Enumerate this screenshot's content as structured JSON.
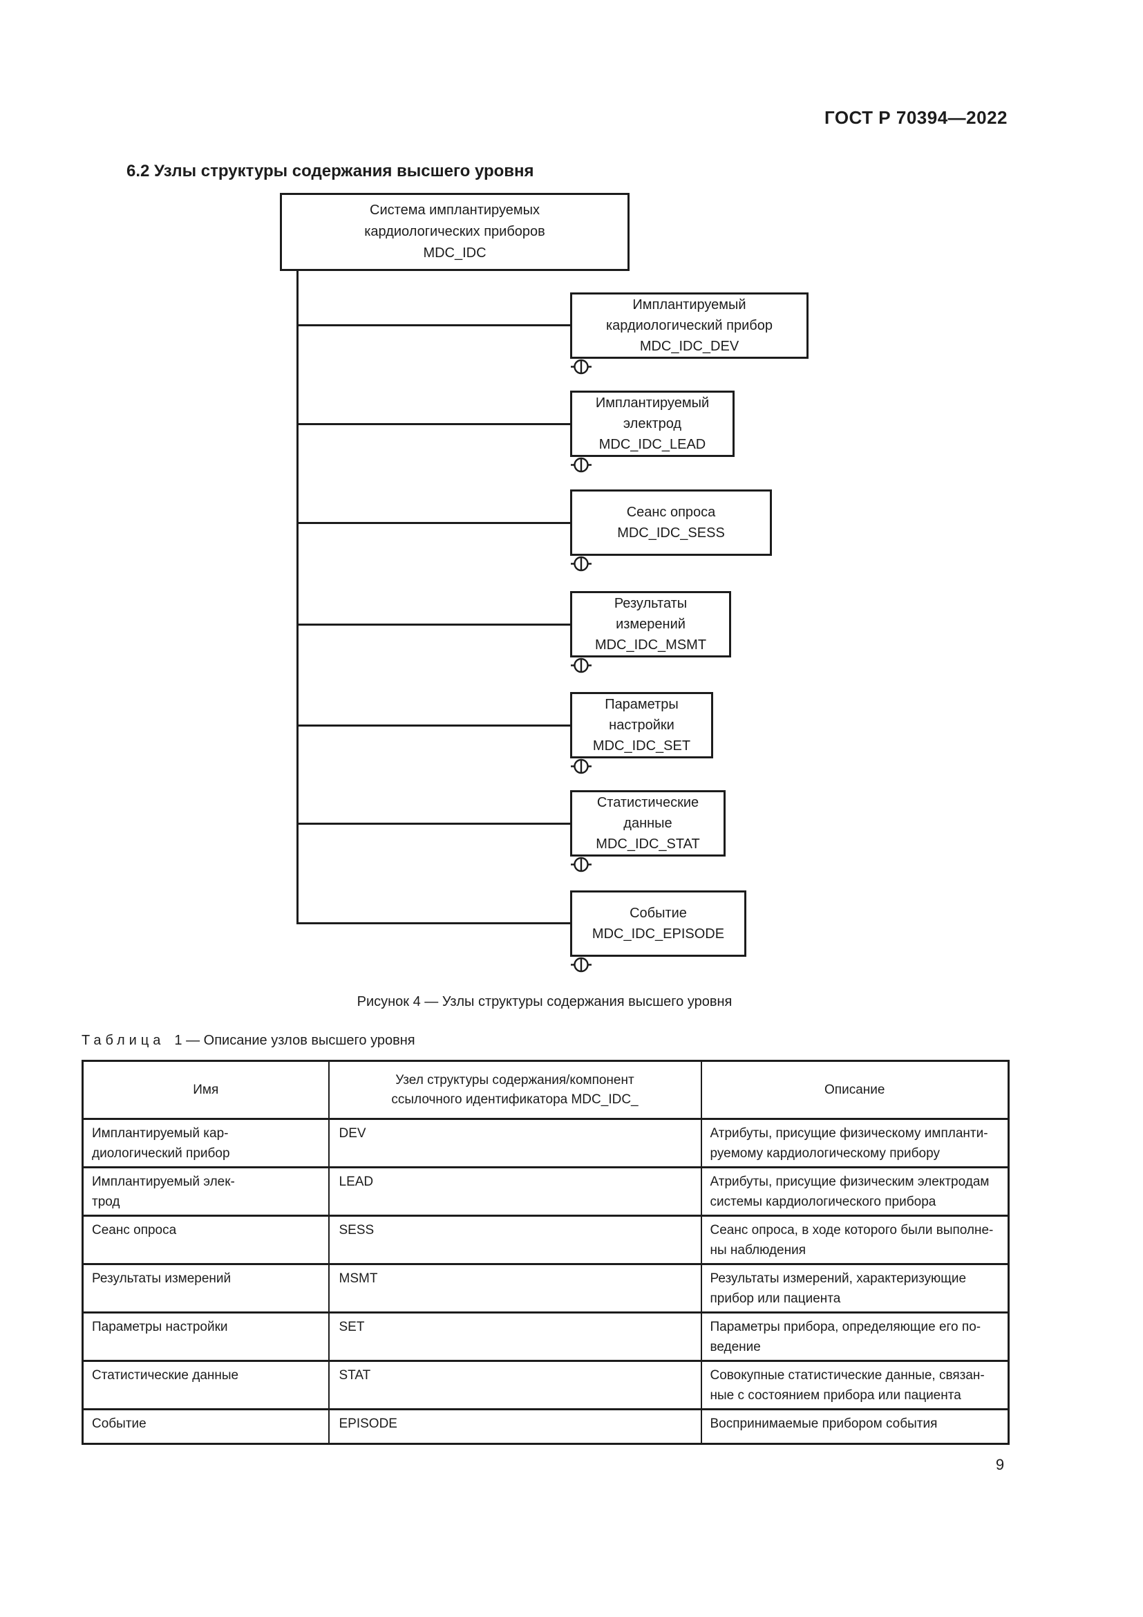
{
  "page": {
    "header": "ГОСТ Р 70394—2022",
    "number": "9"
  },
  "colors": {
    "ink": "#1c1c1c",
    "paper": "#ffffff"
  },
  "section": {
    "title": "6.2 Узлы структуры содержания высшего уровня"
  },
  "figure": {
    "caption": "Рисунок 4 — Узлы структуры содержания высшего уровня"
  },
  "diagram": {
    "root": {
      "name": "Система имплантируемых\nкардиологических приборов",
      "code": "MDC_IDC"
    },
    "children": [
      {
        "name": "Имплантируемый\nкардиологический прибор",
        "code": "MDC_IDC_DEV"
      },
      {
        "name": "Имплантируемый\nэлектрод",
        "code": "MDC_IDC_LEAD"
      },
      {
        "name": "Сеанс опроса",
        "code": "MDC_IDC_SESS"
      },
      {
        "name": "Результаты\nизмерений",
        "code": "MDC_IDC_MSMT"
      },
      {
        "name": "Параметры\nнастройки",
        "code": "MDC_IDC_SET"
      },
      {
        "name": "Статистические\nданные",
        "code": "MDC_IDC_STAT"
      },
      {
        "name": "Событие",
        "code": "MDC_IDC_EPISODE"
      }
    ]
  },
  "table": {
    "caption_word": "Таблица",
    "caption_rest": "1 — Описание узлов высшего уровня",
    "columns": [
      "Имя",
      "Узел структуры содержания/компонент\nссылочного идентификатора MDC_IDC_",
      "Описание"
    ],
    "rows": [
      {
        "name": "Имплантируемый кар-\nдиологический прибор",
        "node": "DEV",
        "description": "Атрибуты, присущие физическому импланти-\nруемому кардиологическому прибору"
      },
      {
        "name": "Имплантируемый элек-\nтрод",
        "node": "LEAD",
        "description": "Атрибуты, присущие физическим электродам\nсистемы кардиологического прибора"
      },
      {
        "name": "Сеанс опроса",
        "node": "SESS",
        "description": "Сеанс опроса, в ходе которого были выполне-\nны наблюдения"
      },
      {
        "name": "Результаты измерений",
        "node": "MSMT",
        "description": "Результаты измерений, характеризующие\nприбор или пациента"
      },
      {
        "name": "Параметры настройки",
        "node": "SET",
        "description": "Параметры прибора, определяющие его по-\nведение"
      },
      {
        "name": "Статистические данные",
        "node": "STAT",
        "description": "Совокупные статистические данные, связан-\nные с состоянием прибора или пациента"
      },
      {
        "name": "Событие",
        "node": "EPISODE",
        "description": "Воспринимаемые прибором события"
      }
    ]
  }
}
